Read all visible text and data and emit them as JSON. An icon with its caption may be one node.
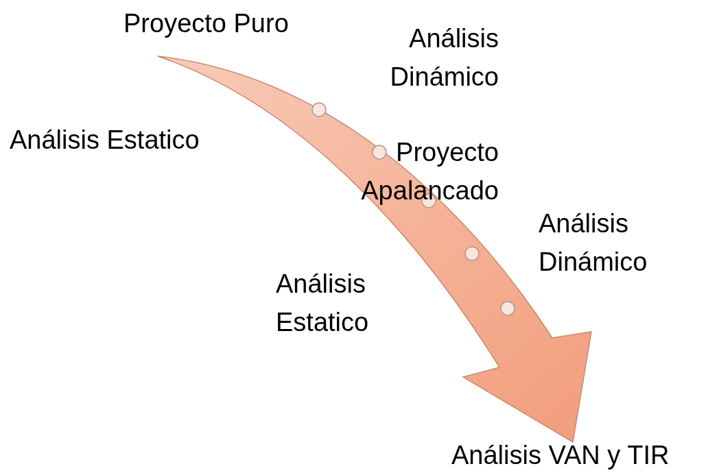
{
  "diagram": {
    "labels": [
      "Proyecto Puro",
      "Análisis Dinámico",
      "Análisis Estatico",
      "Proyecto Apalancado",
      "Análisis Dinámico",
      "Análisis Estatico",
      "Análisis VAN y TIR"
    ]
  }
}
